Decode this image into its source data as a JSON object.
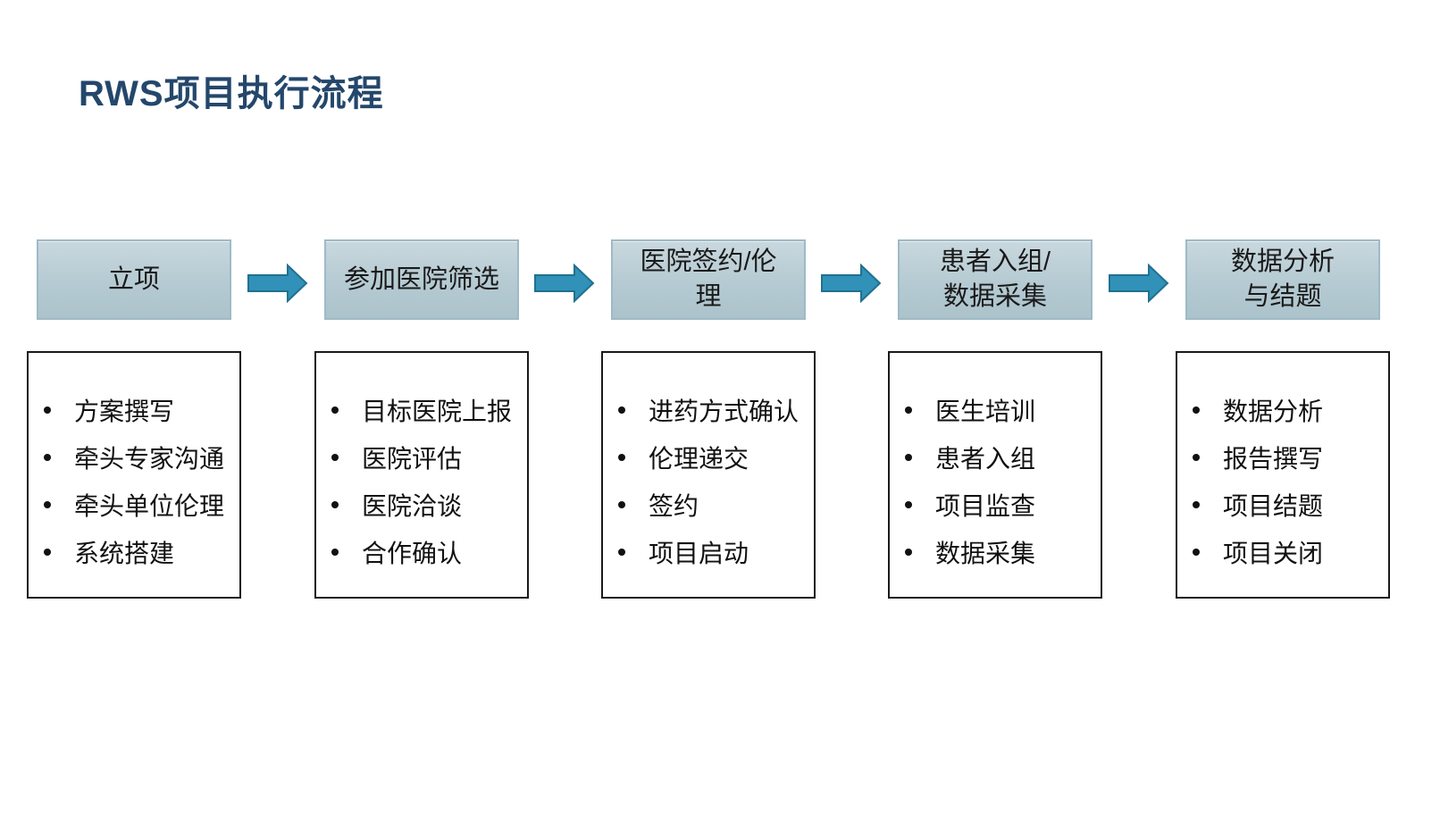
{
  "page": {
    "title": "RWS项目执行流程",
    "background": "#FFFFFF"
  },
  "colors": {
    "title_text": "#24476B",
    "stage_fill_top": "#C9D8DE",
    "stage_fill_bottom": "#ACC3CC",
    "stage_border": "#9EBAC6",
    "stage_text": "#1A1A1A",
    "arrow_fill": "#3191B8",
    "arrow_border": "#20718F",
    "detail_box_border": "#1A1A1A",
    "detail_text": "#111111"
  },
  "flow": {
    "arrow_icon": "right-arrow",
    "stages": [
      {
        "id": "initiation",
        "label": "立项",
        "label_lines": [
          "立项"
        ],
        "details": [
          "方案撰写",
          "牵头专家沟通",
          "牵头单位伦理",
          "系统搭建"
        ]
      },
      {
        "id": "hospital-screening",
        "label": "参加医院筛选",
        "label_lines": [
          "参加医院筛选"
        ],
        "details": [
          "目标医院上报",
          "医院评估",
          "医院洽谈",
          "合作确认"
        ]
      },
      {
        "id": "contract-ethics",
        "label": "医院签约/伦理",
        "label_lines": [
          "医院签约/伦",
          "理"
        ],
        "details": [
          "进药方式确认",
          "伦理递交",
          "签约",
          "项目启动"
        ]
      },
      {
        "id": "enrollment-data-collection",
        "label": "患者入组/数据采集",
        "label_lines": [
          "患者入组/",
          "数据采集"
        ],
        "details": [
          "医生培训",
          "患者入组",
          "项目监查",
          "数据采集"
        ]
      },
      {
        "id": "analysis-conclusion",
        "label": "数据分析与结题",
        "label_lines": [
          "数据分析",
          "与结题"
        ],
        "details": [
          "数据分析",
          "报告撰写",
          "项目结题",
          "项目关闭"
        ]
      }
    ]
  }
}
